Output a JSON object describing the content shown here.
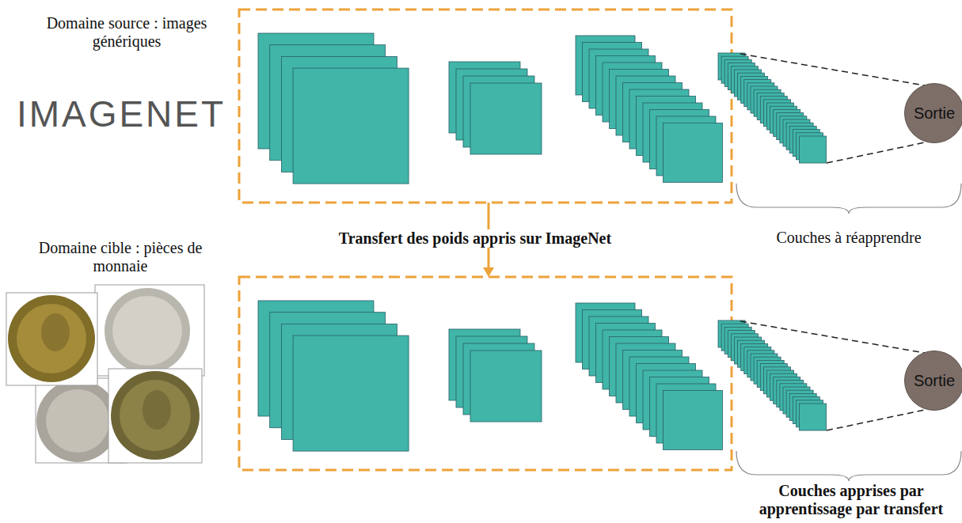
{
  "diagram": {
    "nodes": [
      {
        "text": [
          "Sortie"
        ]
      },
      {
        "text": [
          "Sortie"
        ]
      }
    ],
    "labels": [
      "Domaine source : images génériques",
      "IMAGENET",
      "Transfert des poids appris sur ImageNet",
      "Couches à réapprendre",
      "Domaine cible : pièces de monnaie",
      "Couches apprises par apprentissage par transfert"
    ]
  }
}
